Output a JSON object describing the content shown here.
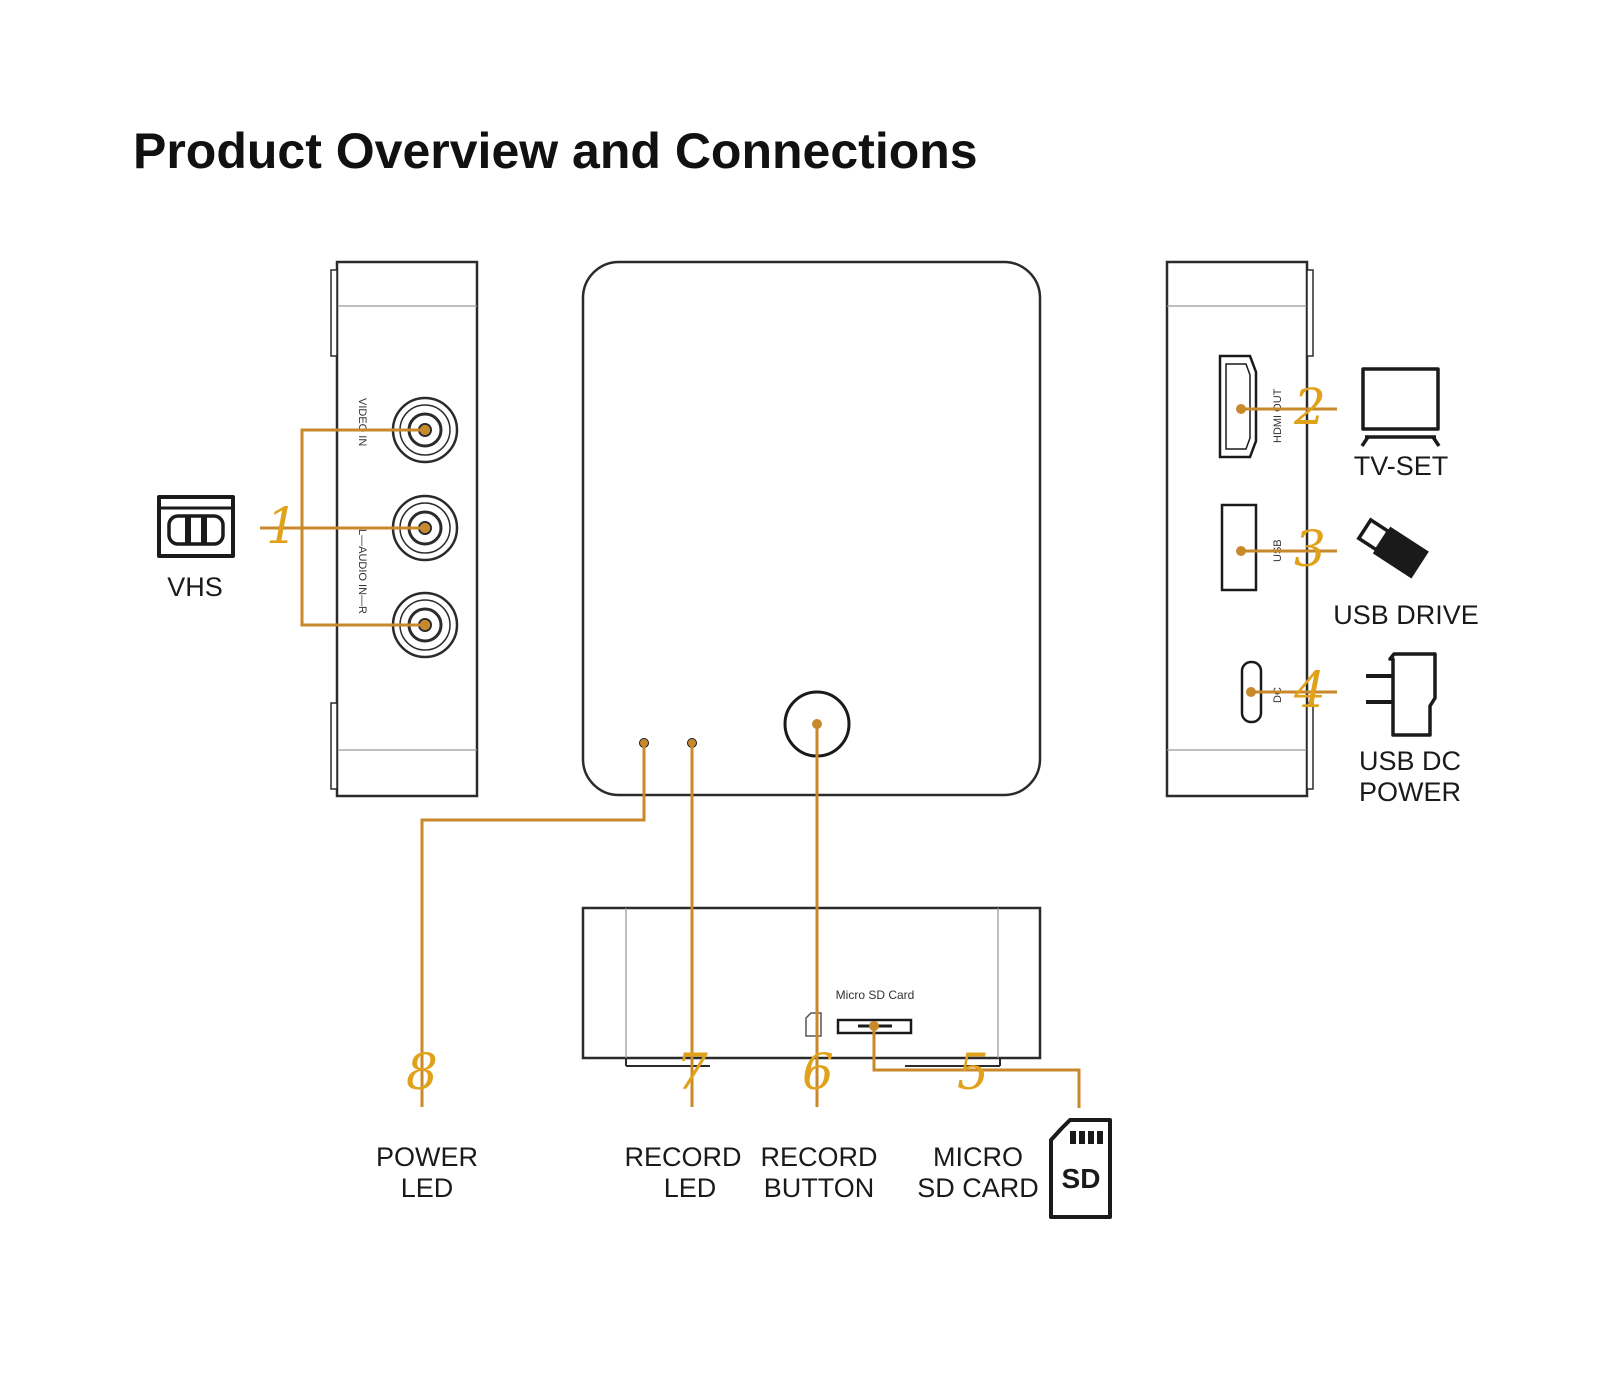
{
  "title": "Product Overview and Connections",
  "accent_color": "#c8892a",
  "number_color": "#e0a21b",
  "ports": {
    "video_in": "VIDEO IN",
    "audio_in": "L—AUDIO IN—R",
    "hdmi_out": "HDMI OUT",
    "usb": "USB",
    "dc": "DC",
    "micro_sd_card": "Micro SD Card"
  },
  "callouts": [
    {
      "number": "1",
      "label": "VHS",
      "icon": "vhs-cassette-icon"
    },
    {
      "number": "2",
      "label": "TV-SET",
      "icon": "tv-icon"
    },
    {
      "number": "3",
      "label": "USB DRIVE",
      "icon": "usb-drive-icon"
    },
    {
      "number": "4",
      "label_line1": "USB DC",
      "label_line2": "POWER",
      "icon": "power-adapter-icon"
    },
    {
      "number": "5",
      "label_line1": "MICRO",
      "label_line2": "SD CARD",
      "icon": "sd-card-icon",
      "icon_text": "SD"
    },
    {
      "number": "6",
      "label_line1": "RECORD",
      "label_line2": "BUTTON"
    },
    {
      "number": "7",
      "label_line1": "RECORD",
      "label_line2": "LED"
    },
    {
      "number": "8",
      "label_line1": "POWER",
      "label_line2": "LED"
    }
  ]
}
